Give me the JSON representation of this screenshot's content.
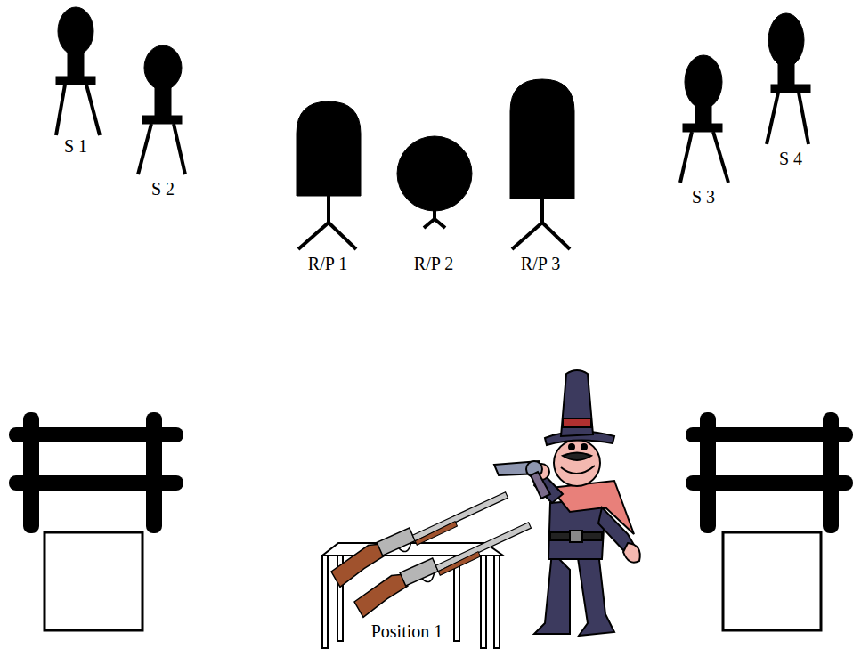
{
  "diagram": {
    "labels": [
      "S 1",
      "S 2",
      "R/P 1",
      "R/P 2",
      "R/P 3",
      "S 3",
      "S 4",
      "Position 1"
    ]
  }
}
